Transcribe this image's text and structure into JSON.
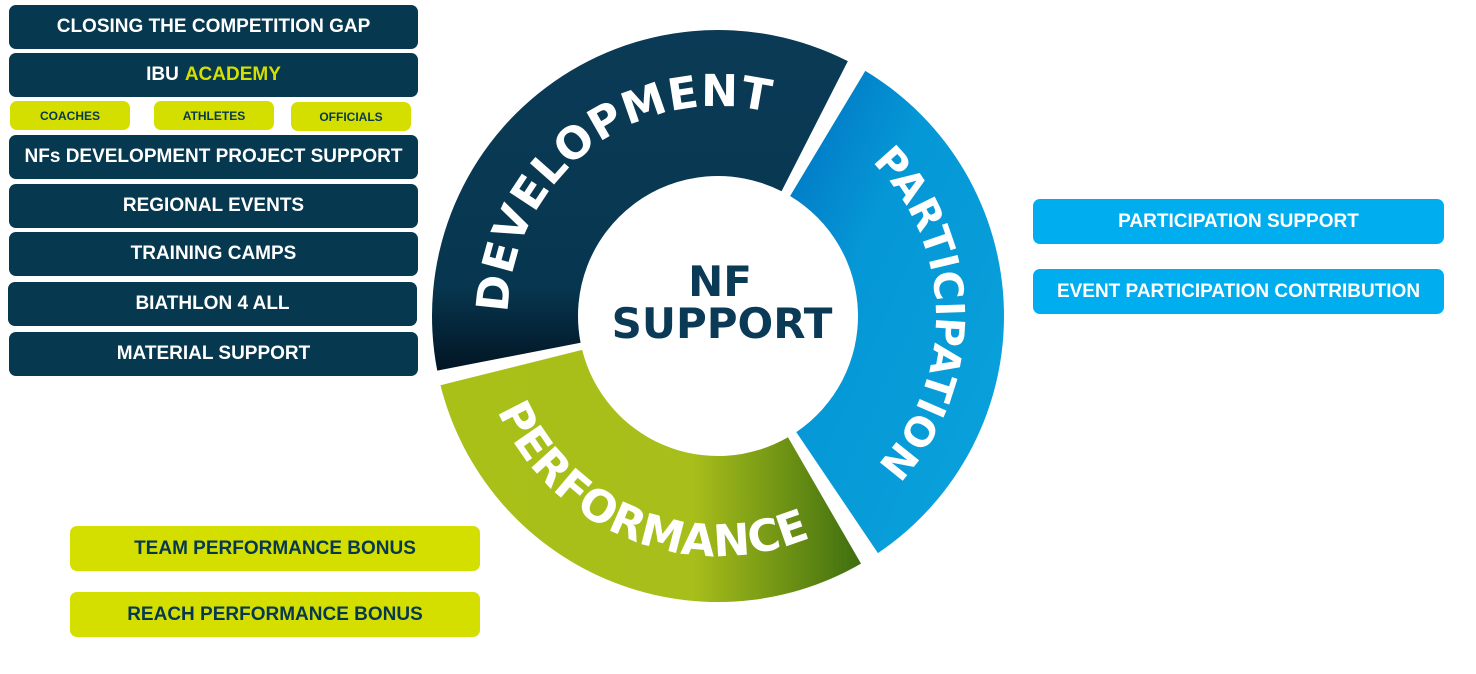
{
  "development_items": {
    "closing_gap": "CLOSING THE COMPETITION GAP",
    "ibu": "IBU",
    "academy": "ACADEMY",
    "coaches": "COACHES",
    "athletes": "ATHLETES",
    "officials": "OFFICIALS",
    "nf_project": "NFs DEVELOPMENT PROJECT SUPPORT",
    "regional": "REGIONAL EVENTS",
    "training": "TRAINING CAMPS",
    "biathlon": "BIATHLON 4 ALL",
    "material": "MATERIAL SUPPORT"
  },
  "participation_items": [
    "PARTICIPATION SUPPORT",
    "EVENT PARTICIPATION CONTRIBUTION"
  ],
  "performance_items": [
    "TEAM PERFORMANCE BONUS",
    "REACH PERFORMANCE BONUS"
  ],
  "wheel": {
    "center_line1": "NF",
    "center_line2": "SUPPORT",
    "development": "DEVELOPMENT",
    "participation": "PARTICIPATION",
    "performance": "PERFORMANCE"
  },
  "colors": {
    "navy": "#06384f",
    "lime": "#d4df00",
    "blue": "#00aeef",
    "green": "#a8bf1a"
  }
}
